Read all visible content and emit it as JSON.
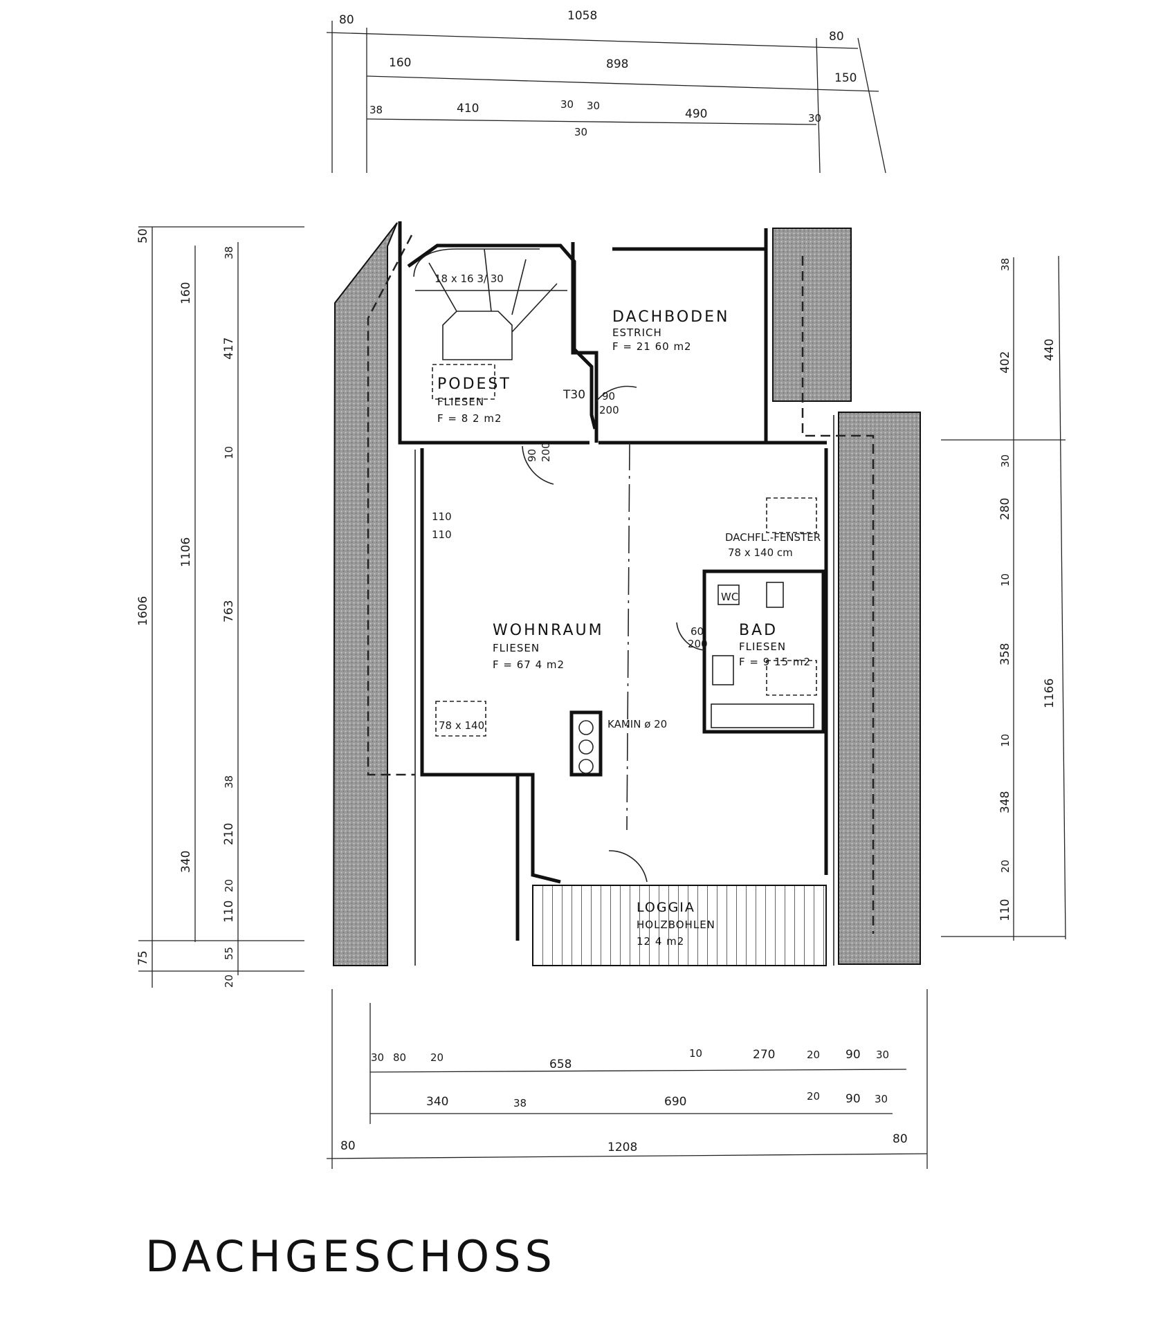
{
  "title": "DACHGESCHOSS",
  "rooms": {
    "dachboden": {
      "name": "DACHBODEN",
      "sub": "ESTRICH",
      "area": "F = 21 60  m2"
    },
    "podest": {
      "name": "PODEST",
      "sub": "FLIESEN",
      "area": "F = 8 2  m2"
    },
    "wohnraum": {
      "name": "WOHNRAUM",
      "sub": "FLIESEN",
      "area": "F = 67 4  m2"
    },
    "bad": {
      "name": "BAD",
      "sub": "FLIESEN",
      "area": "F = 9 15 m2"
    },
    "loggia": {
      "name": "LOGGIA",
      "sub": "HOLZBOHLEN",
      "area": "12  4  m2"
    }
  },
  "labels": {
    "stair": "18 x 16 3/ 30",
    "t30": "T30",
    "door_upper_w": "90",
    "door_upper_h": "200",
    "door_podest_w": "90",
    "door_podest_h": "200",
    "window_a": "110",
    "window_b": "110",
    "roof_window": "DACHFL.-FENSTER",
    "roof_window_size": "78 x 140  cm",
    "skylight_small": "78 x 140",
    "wc": "WC",
    "bad_door_w": "60",
    "bad_door_h": "200",
    "kamin": "KAMIN ø 20"
  },
  "dims_top": {
    "row1": [
      "80",
      "1058",
      "80"
    ],
    "row2": [
      "160",
      "898",
      "150"
    ],
    "row3": [
      "38",
      "410",
      "30",
      "30",
      "30",
      "490",
      "30"
    ]
  },
  "dims_left": {
    "outer": [
      "50",
      "1606",
      "75"
    ],
    "mid": [
      "160",
      "1106",
      "340"
    ],
    "inner": [
      "38",
      "417",
      "10",
      "763",
      "38",
      "210",
      "20",
      "110",
      "55",
      "20"
    ]
  },
  "dims_right": {
    "outer": [
      "440",
      "1166"
    ],
    "inner": [
      "38",
      "402",
      "30",
      "280",
      "10",
      "358",
      "10",
      "348",
      "20",
      "110"
    ]
  },
  "dims_bottom": {
    "row1": [
      "30",
      "80",
      "20",
      "658",
      "10",
      "270",
      "20",
      "90",
      "30"
    ],
    "row2": [
      "340",
      "38",
      "690",
      "20",
      "90",
      "30"
    ],
    "row3": [
      "80",
      "1208",
      "80"
    ]
  }
}
